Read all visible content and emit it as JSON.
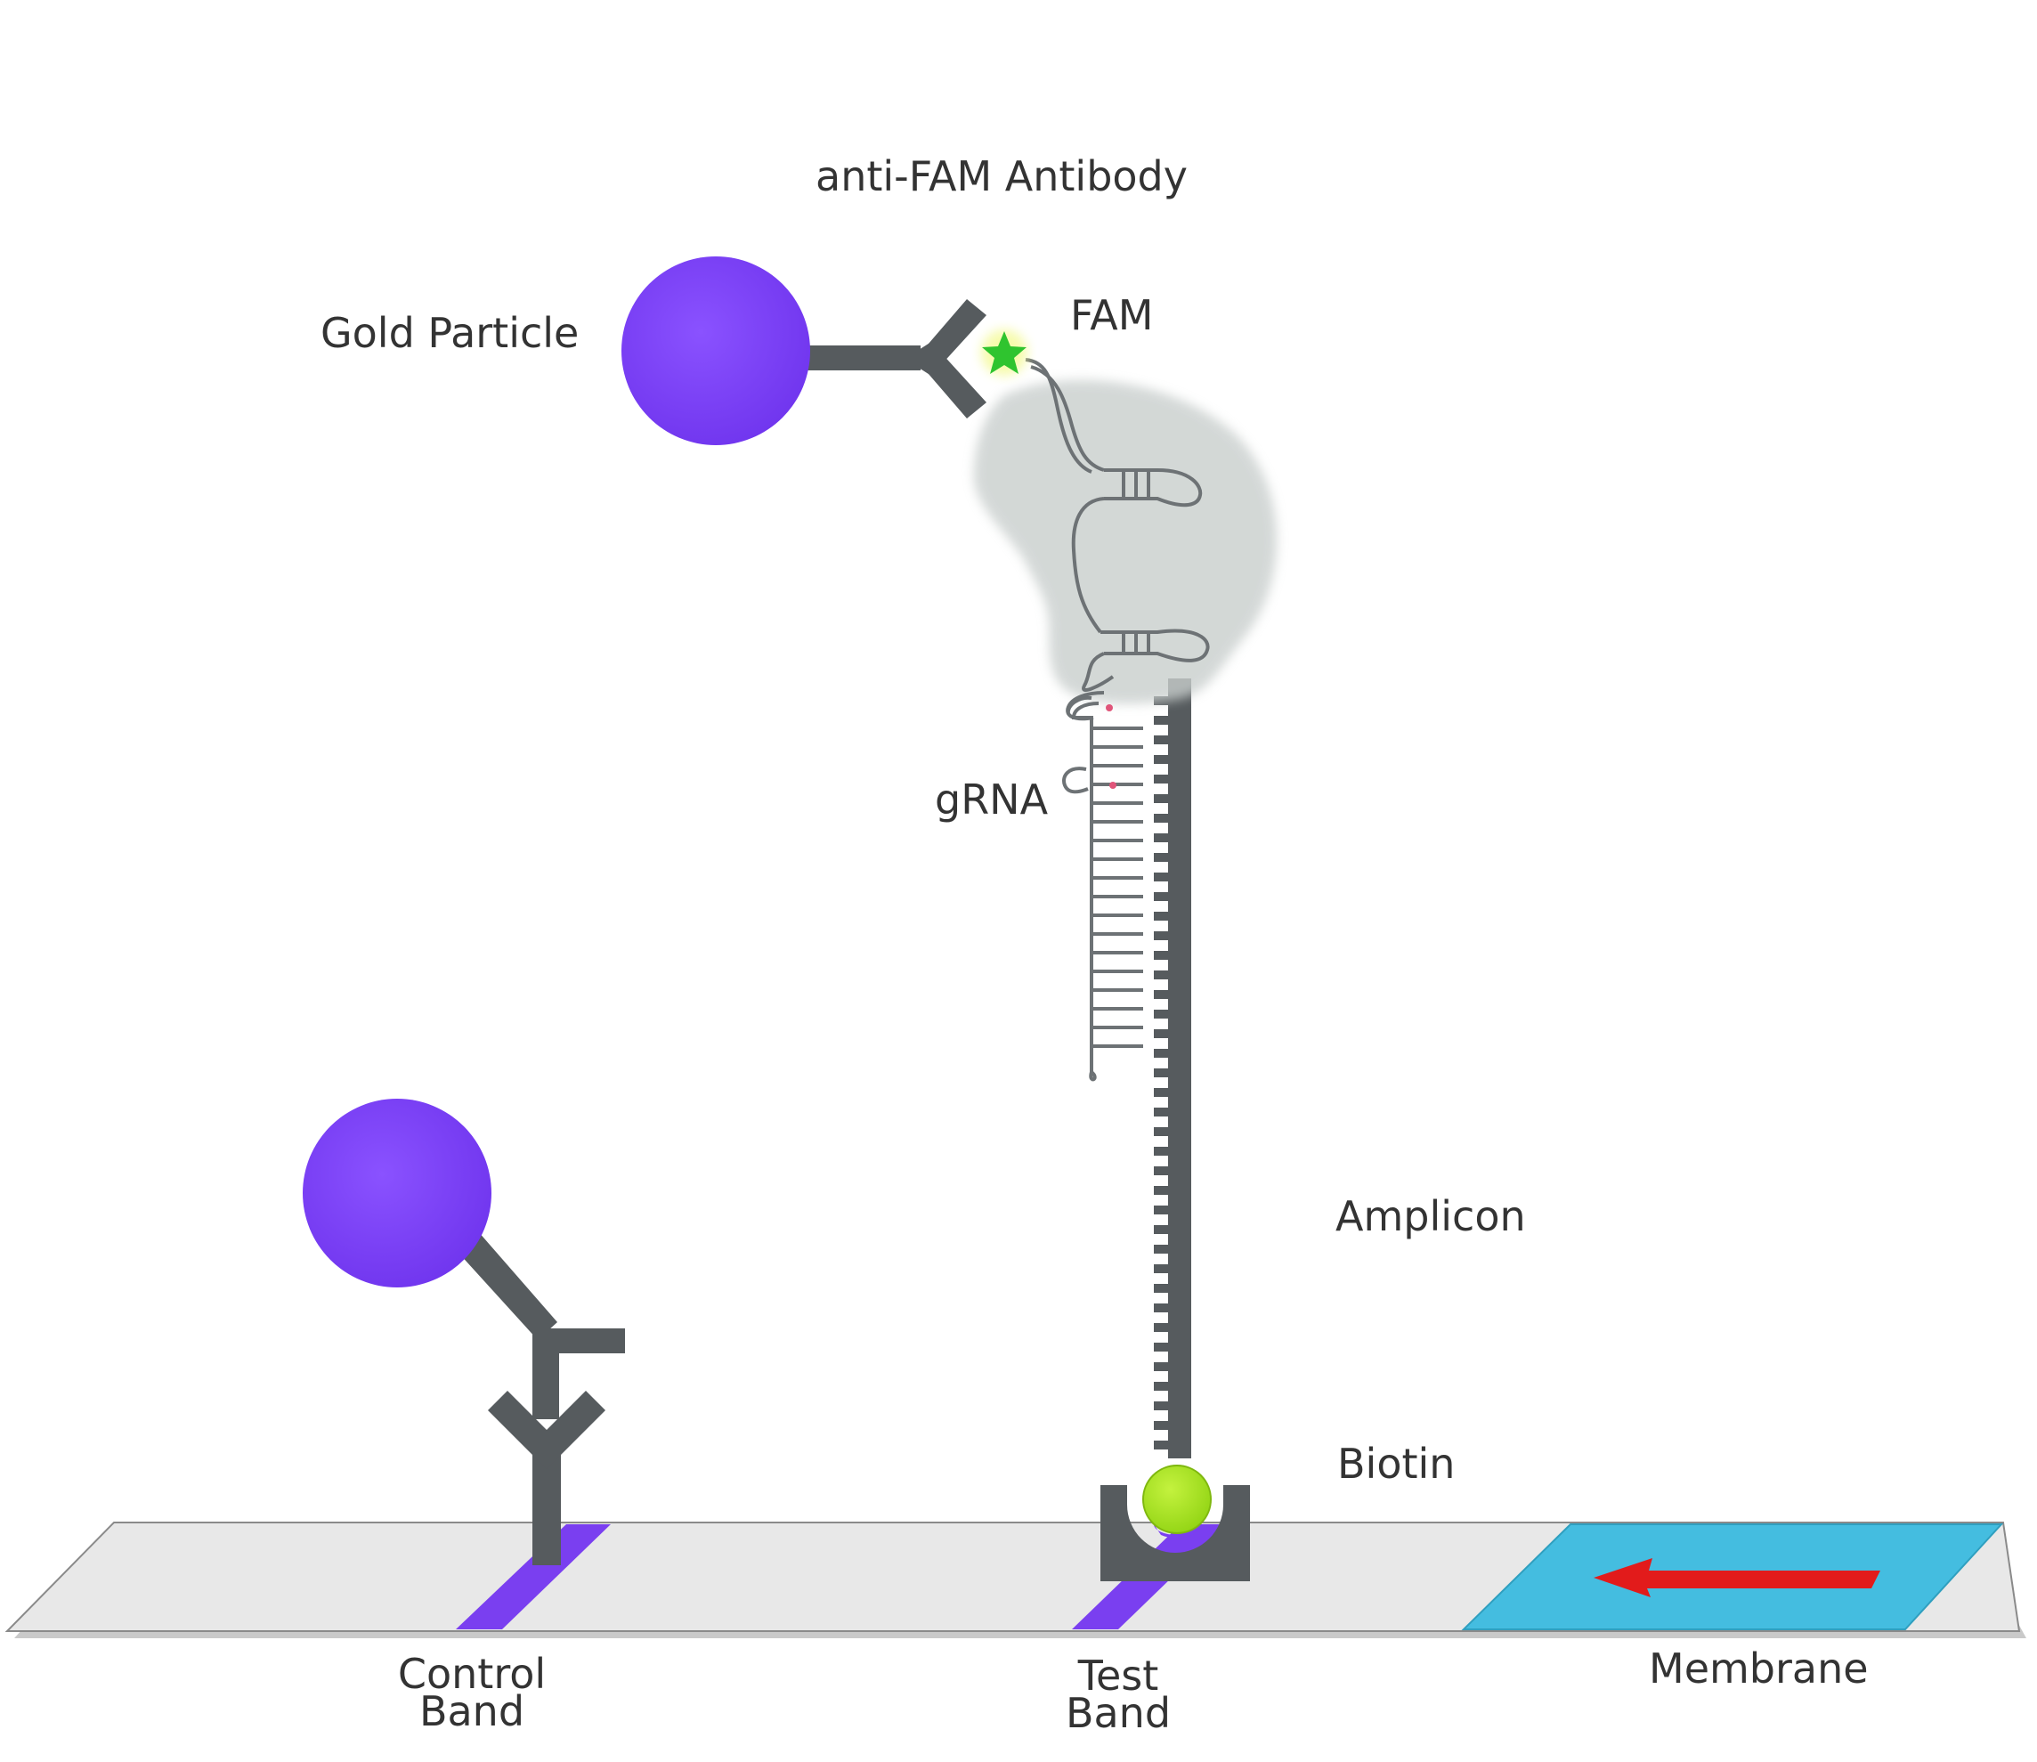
{
  "labels": {
    "anti_fam_antibody": "anti-FAM Antibody",
    "gold_particle": "Gold Particle",
    "fam": "FAM",
    "grna": "gRNA",
    "amplicon": "Amplicon",
    "biotin": "Biotin",
    "control_band_line1": "Control",
    "control_band_line2": "Band",
    "test_band_line1": "Test",
    "test_band_line2": "Band",
    "membrane": "Membrane"
  },
  "colors": {
    "gold_particle": "#7b3ff8",
    "antibody": "#565b5e",
    "strip": "#e8e8e8",
    "band": "#7a3ff0",
    "membrane": "#44bde0",
    "flow_arrow": "#e21b1b",
    "fam_star": "#2fc42f",
    "biotin": "#a8e62a",
    "cas_protein": "#c9cfcd"
  },
  "icons": {
    "flow_direction": "arrow-left-icon",
    "fam": "star-icon"
  }
}
